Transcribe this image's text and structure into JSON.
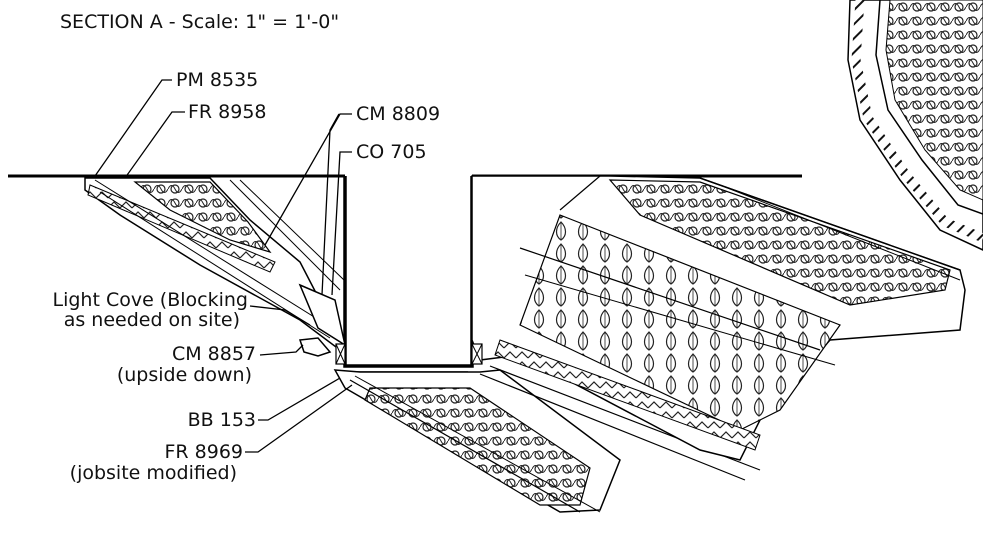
{
  "title": "SECTION A - Scale: 1\" = 1'-0\"",
  "callouts": {
    "pm8535": "PM 8535",
    "fr8958": "FR 8958",
    "cm8809": "CM 8809",
    "co705": "CO 705",
    "light_cove_1": "Light Cove (Blocking",
    "light_cove_2": "as needed on site)",
    "cm8857_1": "CM 8857",
    "cm8857_2": "(upside down)",
    "bb153": "BB 153",
    "fr8969_1": "FR 8969",
    "fr8969_2": "(jobsite modified)"
  },
  "colors": {
    "ink": "#111111",
    "background": "#ffffff"
  }
}
